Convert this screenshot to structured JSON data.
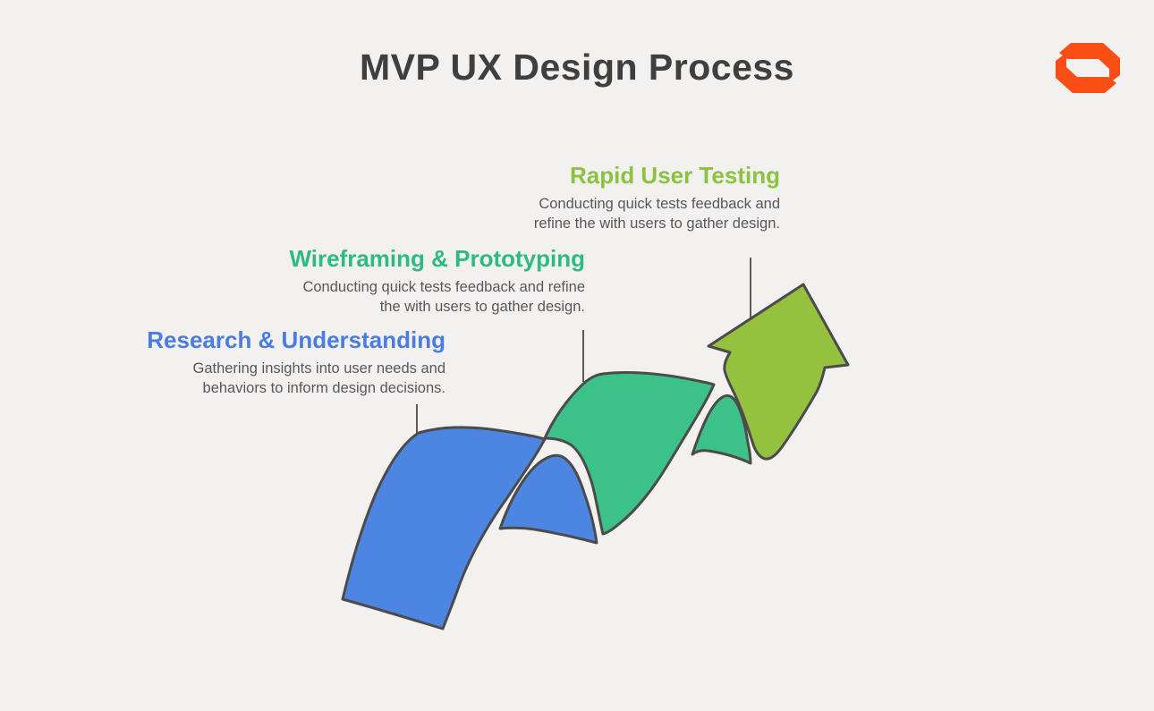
{
  "page": {
    "background": "#f2f1ef"
  },
  "title": {
    "text": "MVP UX Design Process",
    "color": "#3f3f3f"
  },
  "logo": {
    "name": "pure-storage-logo",
    "color": "#f94f17"
  },
  "colors": {
    "outline": "#4b4b4b",
    "connector": "#5b5b5b",
    "blue_ribbon": "#4d86e2",
    "teal_ribbon": "#3cc189",
    "green_arrow": "#94c13e",
    "description_text": "#58585a"
  },
  "steps": [
    {
      "heading": "Rapid User Testing",
      "heading_color": "#8bc240",
      "desc_lines": [
        "Conducting quick tests feedback and",
        "refine the with users to gather design."
      ]
    },
    {
      "heading": "Wireframing & Prototyping",
      "heading_color": "#2eba83",
      "desc_lines": [
        "Conducting quick tests feedback and refine",
        "the with users to gather design."
      ]
    },
    {
      "heading": "Research & Understanding",
      "heading_color": "#4a7ce4",
      "desc_lines": [
        "Gathering insights into user needs and",
        "behaviors to inform design decisions."
      ]
    }
  ]
}
